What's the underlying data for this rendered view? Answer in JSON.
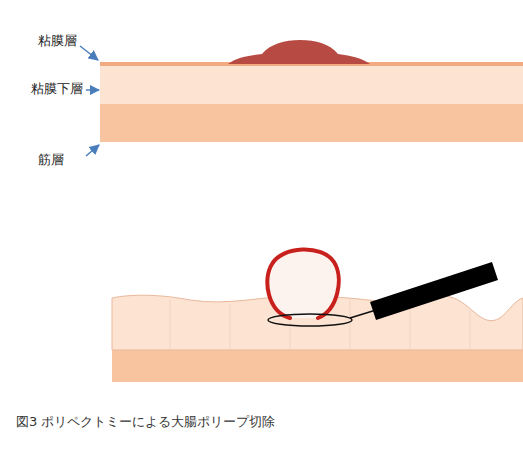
{
  "diagram": {
    "caption": "図3 ポリペクトミーによる大腸ポリープ切除",
    "labels": [
      "粘膜層",
      "粘膜下層",
      "筋層"
    ]
  }
}
